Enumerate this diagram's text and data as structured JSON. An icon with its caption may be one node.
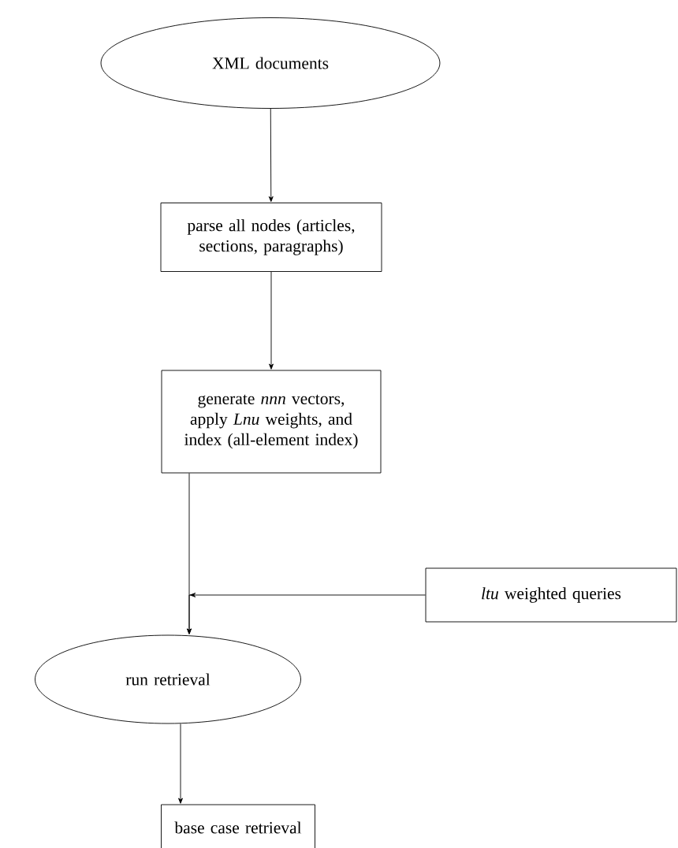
{
  "diagram": {
    "nodes": [
      {
        "text": [
          "XML documents"
        ]
      },
      {
        "text": [
          "parse all nodes (articles, sections, paragraphs)"
        ]
      },
      {
        "text": [
          "generate *nnn* vectors, apply *Lnu* weights, and index (all-element index)"
        ]
      },
      {
        "text": [
          "*ltu* weighted queries"
        ]
      },
      {
        "text": [
          "run retrieval"
        ]
      },
      {
        "text": [
          "base case retrieval"
        ]
      }
    ],
    "edges": [
      {
        "from": 0,
        "to": 1,
        "arrow": "to"
      },
      {
        "from": 1,
        "to": 2,
        "arrow": "to"
      },
      {
        "from": 2,
        "to": 4,
        "arrow": "to"
      },
      {
        "from": 3,
        "to": 4,
        "arrow": "to"
      },
      {
        "from": 4,
        "to": 5,
        "arrow": "to"
      }
    ]
  }
}
